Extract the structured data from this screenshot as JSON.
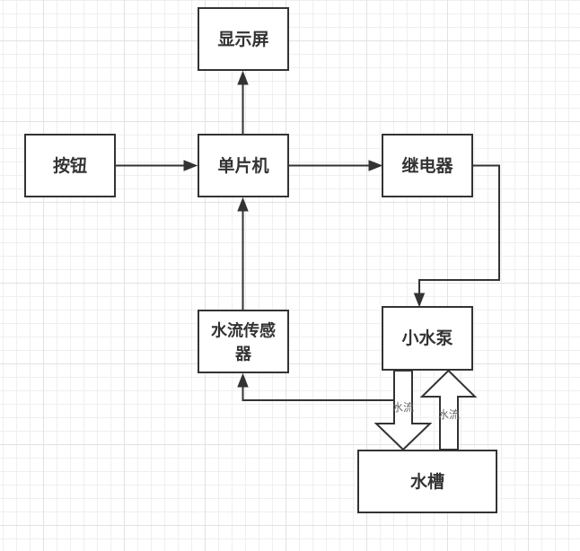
{
  "nodes": {
    "display": "显示屏",
    "button": "按钮",
    "mcu": "单片机",
    "relay": "继电器",
    "flow_sensor_line1": "水流传感",
    "flow_sensor_line2": "器",
    "pump": "小水泵",
    "tank": "水槽"
  },
  "edge_labels": {
    "pump_to_tank": "水流",
    "tank_to_pump": "水流"
  },
  "edges": [
    {
      "from": "button",
      "to": "mcu"
    },
    {
      "from": "mcu",
      "to": "display"
    },
    {
      "from": "mcu",
      "to": "relay"
    },
    {
      "from": "relay",
      "to": "pump"
    },
    {
      "from": "flow_sensor",
      "to": "mcu"
    },
    {
      "from": "pump",
      "to": "flow_sensor"
    },
    {
      "from": "pump",
      "to": "tank",
      "label": "水流"
    },
    {
      "from": "tank",
      "to": "pump",
      "label": "水流"
    }
  ],
  "colors": {
    "stroke": "#333333",
    "text": "#333333",
    "grid": "#efefef"
  }
}
